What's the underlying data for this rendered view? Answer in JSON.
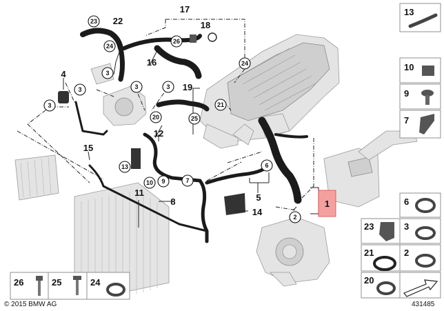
{
  "callouts": {
    "n1": "1",
    "n2": "2",
    "n3": "3",
    "n4": "4",
    "n5": "5",
    "n6": "6",
    "n7": "7",
    "n8": "8",
    "n9": "9",
    "n10": "10",
    "n11": "11",
    "n12": "12",
    "n13": "13",
    "n14": "14",
    "n15": "15",
    "n16": "16",
    "n17": "17",
    "n18": "18",
    "n19": "19",
    "n20": "20",
    "n21": "21",
    "n22": "22",
    "n23": "23",
    "n24": "24",
    "n25": "25",
    "n26": "26"
  },
  "sidebar": {
    "items": [
      {
        "label": "13"
      },
      {
        "label": "10"
      },
      {
        "label": "9"
      },
      {
        "label": "7"
      },
      {
        "label": "6"
      },
      {
        "label": "23"
      },
      {
        "label": "3"
      },
      {
        "label": "21"
      },
      {
        "label": "2"
      },
      {
        "label": "20"
      }
    ]
  },
  "bottom_legend": {
    "items": [
      {
        "label": "26"
      },
      {
        "label": "25"
      },
      {
        "label": "24"
      }
    ]
  },
  "footer": {
    "copyright": "© 2015 BMW AG",
    "diagram_number": "431485"
  },
  "colors": {
    "highlight_fill": "#f4a0a0",
    "highlight_stroke": "#d84a4a"
  }
}
